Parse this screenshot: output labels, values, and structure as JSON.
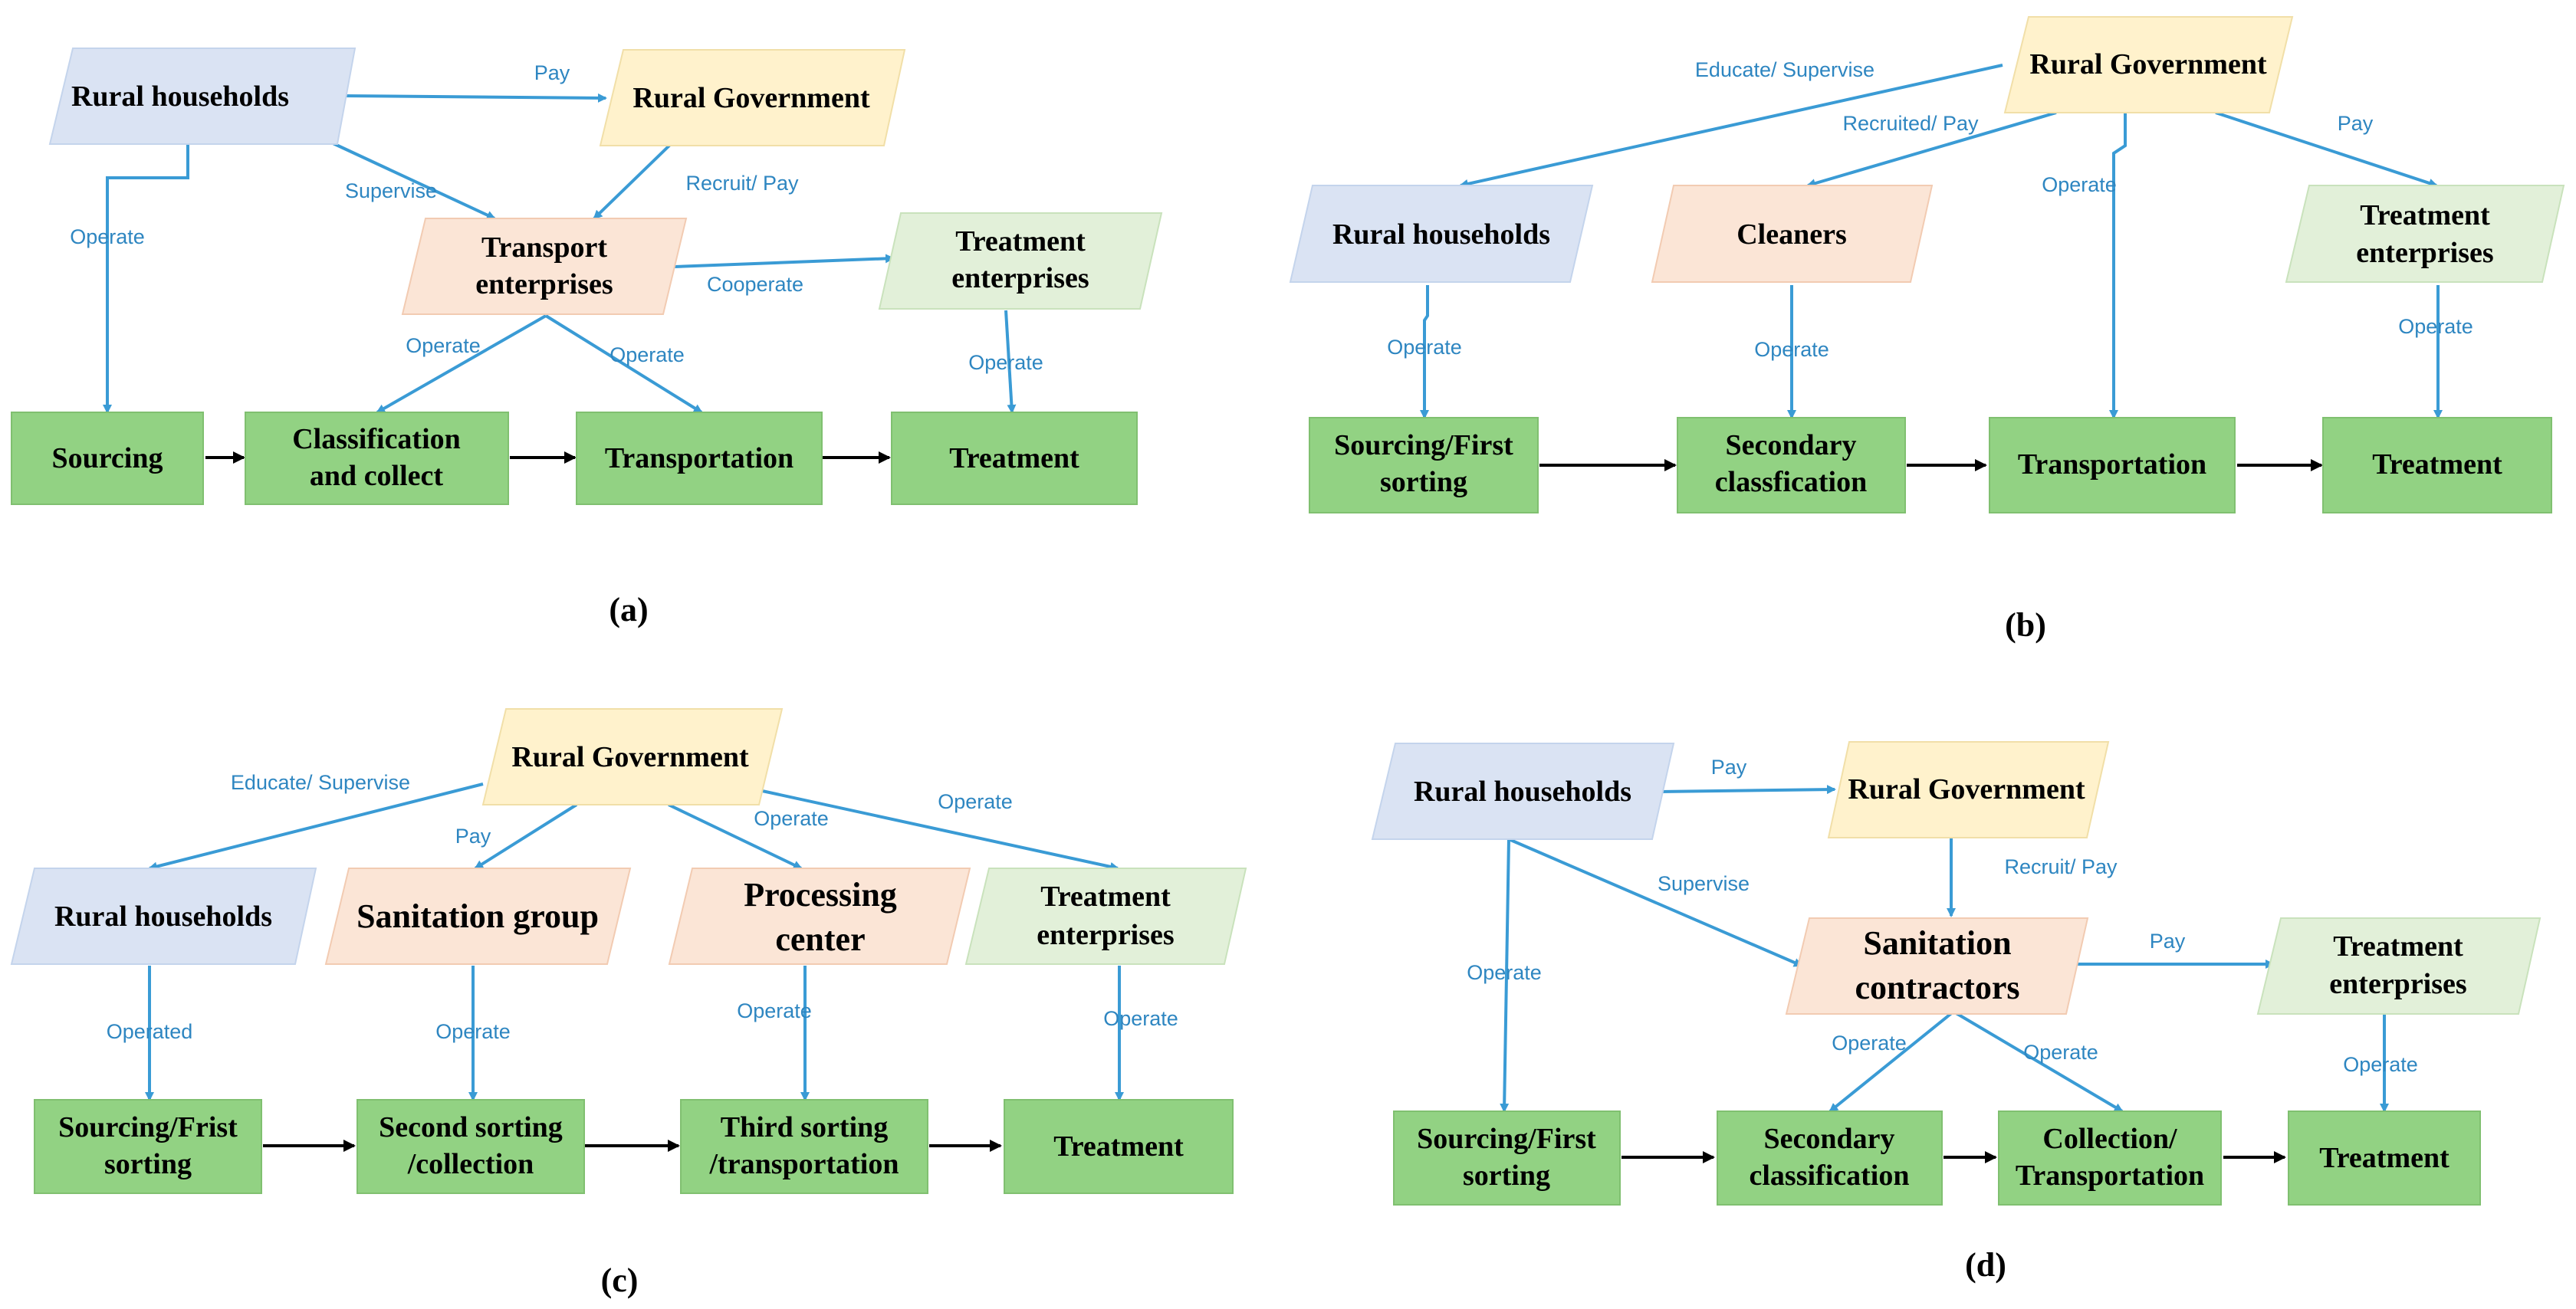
{
  "colors": {
    "household": "#dae3f3",
    "government": "#fff2cc",
    "operator": "#fbe5d6",
    "treatment_ent": "#e2f0d9",
    "process_step": "#92d283",
    "edge_blue": "#3a9bd5",
    "edge_label": "#2e86c1",
    "flow_black": "#000000"
  },
  "panel_a": {
    "label": "(a)",
    "rural_households": "Rural households",
    "rural_government": "Rural Government",
    "transport_enterprises": [
      "Transport",
      "enterprises"
    ],
    "treatment_enterprises": [
      "Treatment",
      "enterprises"
    ],
    "sourcing": "Sourcing",
    "classification": [
      "Classification",
      "and collect"
    ],
    "transportation": "Transportation",
    "treatment": "Treatment",
    "edges": {
      "pay": "Pay",
      "supervise": "Supervise",
      "recruit_pay": "Recruit/ Pay",
      "operate_households": "Operate",
      "cooperate": "Cooperate",
      "operate_left": "Operate",
      "operate_right": "Operate",
      "operate_treatment": "Operate"
    }
  },
  "panel_b": {
    "label": "(b)",
    "rural_government": "Rural Government",
    "rural_households": "Rural households",
    "cleaners": "Cleaners",
    "treatment_enterprises": [
      "Treatment",
      "enterprises"
    ],
    "sourcing": [
      "Sourcing/First",
      "sorting"
    ],
    "secondary": [
      "Secondary",
      "classfication"
    ],
    "transportation": "Transportation",
    "treatment": "Treatment",
    "edges": {
      "educate_supervise": "Educate/ Supervise",
      "recruited_pay": "Recruited/ Pay",
      "pay": "Pay",
      "operate_gov": "Operate",
      "operate_households": "Operate",
      "operate_cleaners": "Operate",
      "operate_treatment": "Operate"
    }
  },
  "panel_c": {
    "label": "(c)",
    "rural_government": "Rural Government",
    "rural_households": "Rural households",
    "sanitation_group": "Sanitation group",
    "processing_center": [
      "Processing",
      "center"
    ],
    "treatment_enterprises": [
      "Treatment",
      "enterprises"
    ],
    "sourcing": [
      "Sourcing/Frist",
      "sorting"
    ],
    "second_sorting": [
      "Second sorting",
      "/collection"
    ],
    "third_sorting": [
      "Third sorting",
      "/transportation"
    ],
    "treatment": "Treatment",
    "edges": {
      "educate_supervise": "Educate/ Supervise",
      "pay": "Pay",
      "operate_center": "Operate",
      "operate_treatment_ent": "Operate",
      "operated": "Operated",
      "operate_group": "Operate",
      "operate_processing": "Operate",
      "operate_treatment": "Operate"
    }
  },
  "panel_d": {
    "label": "(d)",
    "rural_households": "Rural households",
    "rural_government": "Rural Government",
    "sanitation_contractors": [
      "Sanitation",
      "contractors"
    ],
    "treatment_enterprises": [
      "Treatment",
      "enterprises"
    ],
    "sourcing": [
      "Sourcing/First",
      "sorting"
    ],
    "secondary": [
      "Secondary",
      "classification"
    ],
    "collection": [
      "Collection/",
      "Transportation"
    ],
    "treatment": "Treatment",
    "edges": {
      "pay_gov": "Pay",
      "recruit_pay": "Recruit/ Pay",
      "supervise": "Supervise",
      "pay_treatment": "Pay",
      "operate_households": "Operate",
      "operate_left": "Operate",
      "operate_right": "Operate",
      "operate_treatment": "Operate"
    }
  }
}
